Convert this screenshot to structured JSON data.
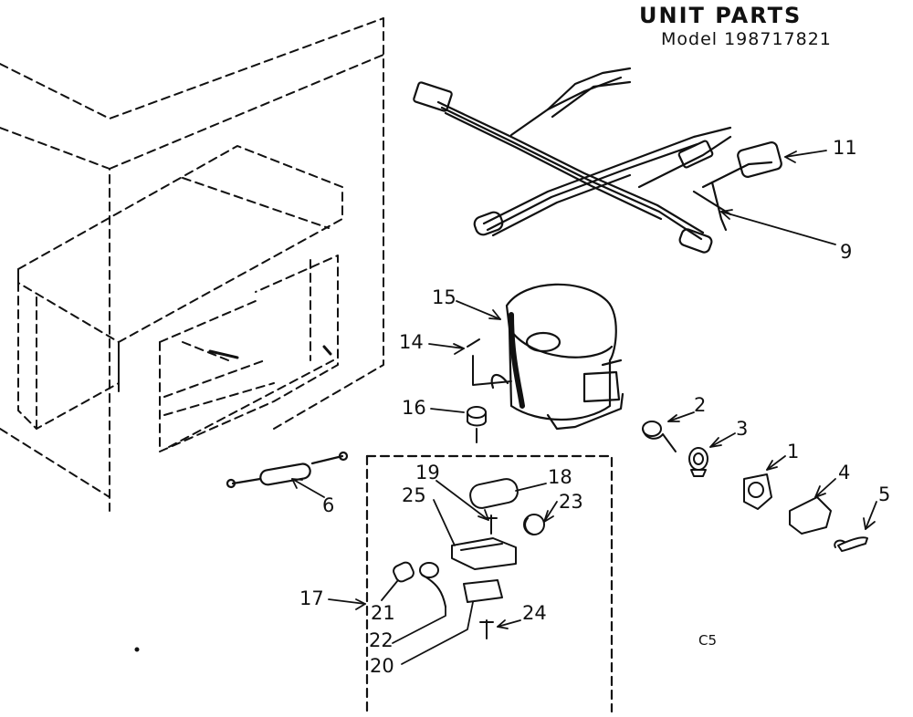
{
  "header": {
    "title": "UNIT PARTS",
    "model": "Model 198717821"
  },
  "diagram_code": "C5",
  "callouts": {
    "p1": "1",
    "p2": "2",
    "p3": "3",
    "p4": "4",
    "p5": "5",
    "p6": "6",
    "p9": "9",
    "p11": "11",
    "p14": "14",
    "p15": "15",
    "p16": "16",
    "p17": "17",
    "p18": "18",
    "p19": "19",
    "p20": "20",
    "p21": "21",
    "p22": "22",
    "p23": "23",
    "p24": "24",
    "p25": "25"
  },
  "colors": {
    "ink": "#111111",
    "background": "#ffffff"
  }
}
